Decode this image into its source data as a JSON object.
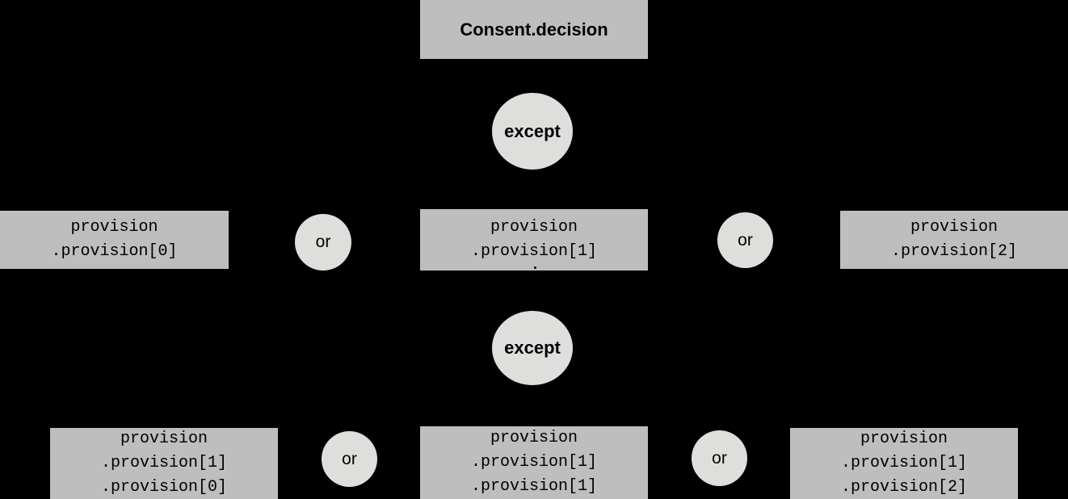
{
  "diagram": {
    "background_color": "#000000",
    "box_color": "#bebebe",
    "circle_color": "#dededc",
    "text_color": "#000000",
    "root": {
      "label": "Consent.decision"
    },
    "operators": [
      {
        "id": "except-1",
        "label": "except"
      },
      {
        "id": "except-2",
        "label": "except"
      },
      {
        "id": "or-row2-left",
        "label": "or"
      },
      {
        "id": "or-row2-right",
        "label": "or"
      },
      {
        "id": "or-row3-left",
        "label": "or"
      },
      {
        "id": "or-row3-right",
        "label": "or"
      }
    ],
    "row2": [
      {
        "id": "provision-0",
        "lines": [
          "provision",
          ".provision[0]"
        ]
      },
      {
        "id": "provision-1",
        "lines": [
          "provision",
          ".provision[1]"
        ]
      },
      {
        "id": "provision-2",
        "lines": [
          "provision",
          ".provision[2]"
        ]
      }
    ],
    "row3": [
      {
        "id": "provision-1-0",
        "lines": [
          "provision",
          ".provision[1]",
          ".provision[0]"
        ]
      },
      {
        "id": "provision-1-1",
        "lines": [
          "provision",
          ".provision[1]",
          ".provision[1]"
        ]
      },
      {
        "id": "provision-1-2",
        "lines": [
          "provision",
          ".provision[1]",
          ".provision[2]"
        ]
      }
    ]
  }
}
